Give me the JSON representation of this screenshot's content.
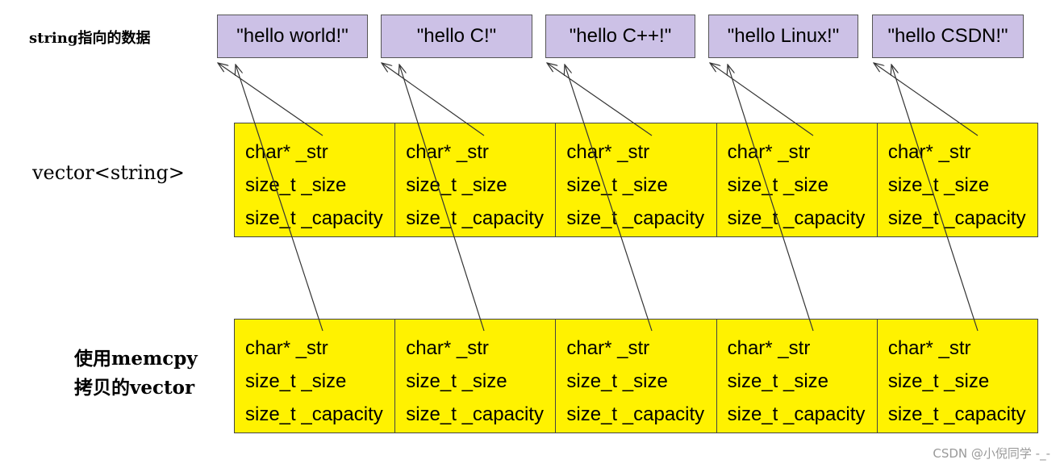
{
  "labels": {
    "top": "string指向的数据",
    "middle": "vector<string>",
    "bottom_line1": "使用memcpy",
    "bottom_line2": "拷贝的vector"
  },
  "strings": [
    "\"hello world!\"",
    "\"hello C!\"",
    "\"hello C++!\"",
    "\"hello Linux!\"",
    "\"hello CSDN!\""
  ],
  "fields": [
    "char* _str",
    "size_t _size",
    "size_t _capacity"
  ],
  "colors": {
    "string_box": "#ccc1e6",
    "struct_cell": "#fff200"
  },
  "watermark": "CSDN @小倪同学 -_-"
}
